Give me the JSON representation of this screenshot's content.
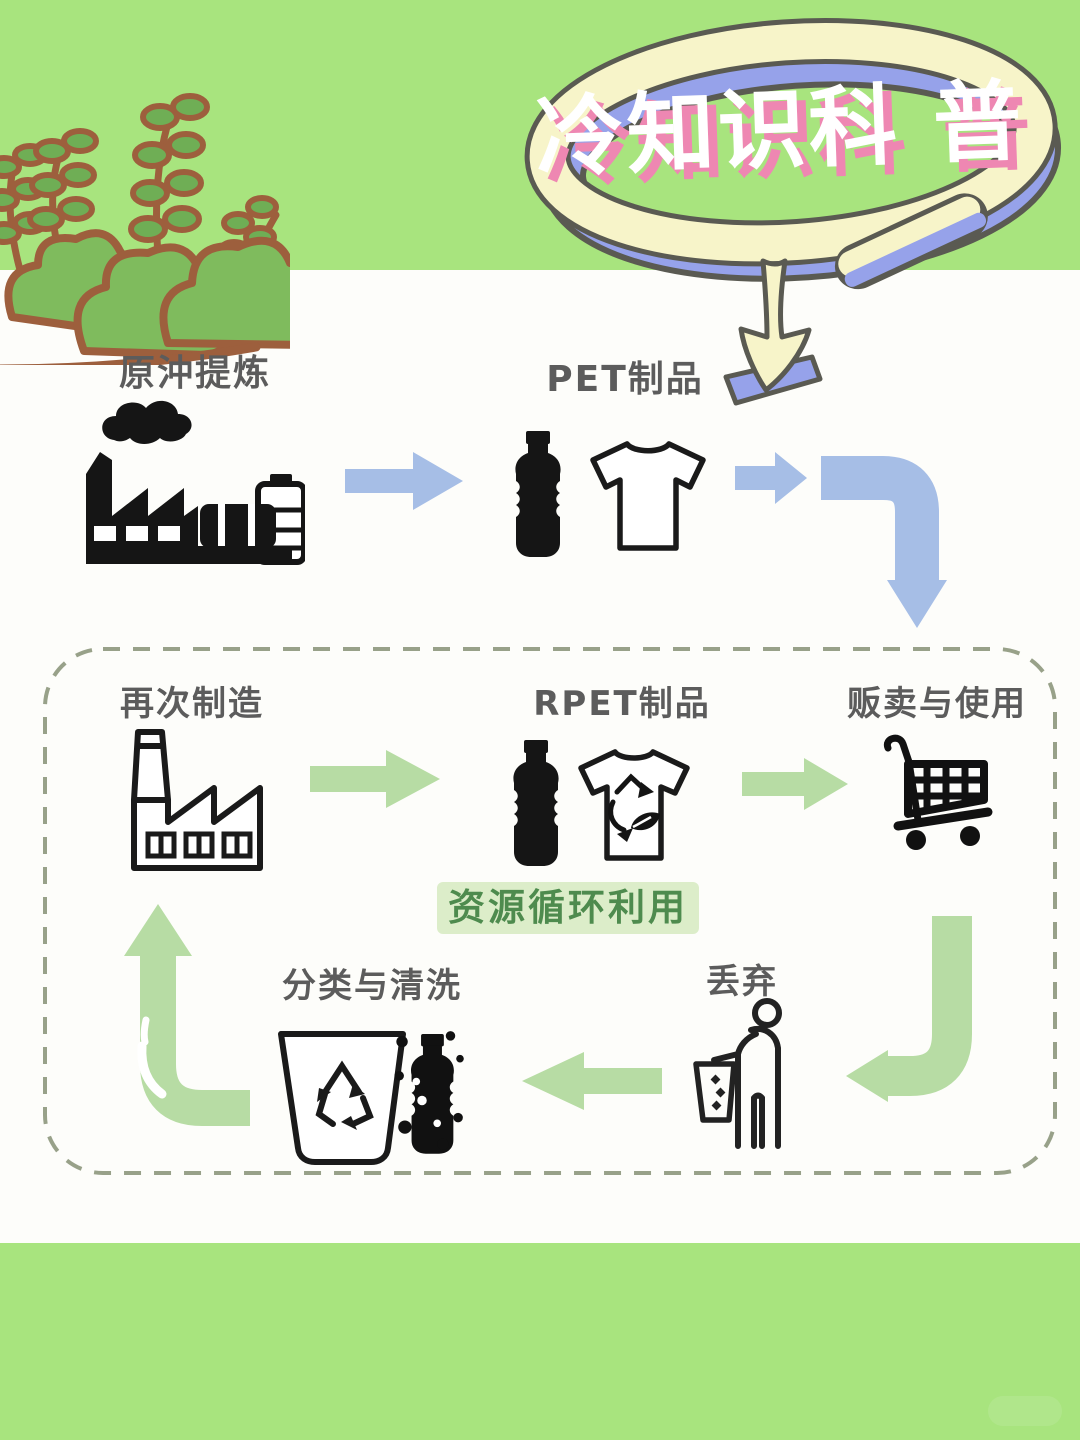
{
  "title": {
    "text": "冷知识科 普"
  },
  "stages": {
    "refining": "原沖提炼",
    "pet": "PET制品",
    "remanufacture": "再次制造",
    "rpet": "RPET制品",
    "sale": "贩卖与使用",
    "discard": "丢弃",
    "sorting": "分类与清洗",
    "loop_label": "资源循环利用"
  },
  "icons": {
    "plants": "bushes-and-ferns-decoration",
    "title_loop": "hand-drawn-oval-highlight-with-down-arrow",
    "refinery": "factory-with-smoke-and-oil-barrels",
    "pet_products": "plastic-bottle-and-tshirt",
    "flow_blue": "blue-right-arrow-and-curved-down-arrow",
    "factory_outline": "factory-outline",
    "rpet_products": "plastic-bottle-and-recycled-tshirt",
    "cart": "shopping-cart",
    "discard_person": "person-throwing-trash",
    "sorting_bin": "recycling-bin-and-dirty-bottle",
    "green_arrows": "green-cycle-arrows"
  },
  "colors": {
    "background_green": "#a8e47e",
    "panel_white": "#fdfdfa",
    "arrow_blue": "#a6bee6",
    "arrow_green": "#b7dca4",
    "loop_label_bg": "#dcedc9",
    "loop_label_text": "#4e8b4e",
    "label_gray": "#5c5c5c",
    "title_white": "#ffffff",
    "title_shadow_pink": "#ee87b2",
    "ribbon_cream": "#f7f4c9",
    "ribbon_blue": "#96a2ea",
    "ribbon_outline": "#5a5a52",
    "bush_green": "#7fbb5d",
    "leaf_green": "#6fae55",
    "bush_outline_brown": "#9d5f3d",
    "dashed_border": "#98a189",
    "icon_black": "#151515"
  }
}
